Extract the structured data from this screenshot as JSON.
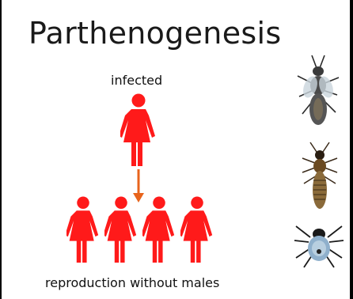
{
  "slide": {
    "title": "Parthenogenesis",
    "top_label": "infected",
    "bottom_label": "reproduction without males"
  },
  "colors": {
    "female_figure": "#ff1a1a",
    "arrow": "#e8641c",
    "background": "#ffffff",
    "frame": "#000000"
  },
  "icons": {
    "figure": "female-person-icon",
    "arrow": "down-arrow-icon",
    "insects": [
      "wasp-icon",
      "thrips-icon",
      "mite-icon"
    ]
  },
  "diagram": {
    "parent_count": 1,
    "offspring_count": 4
  }
}
